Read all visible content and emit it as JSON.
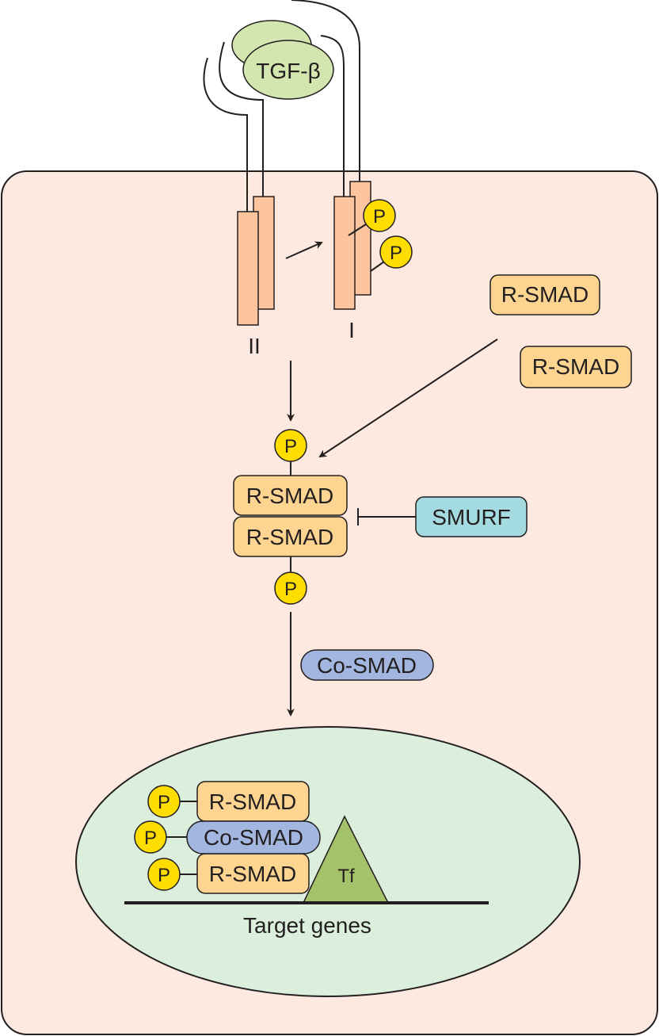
{
  "ligand": {
    "label": "TGF-β"
  },
  "receptors": {
    "type2_label": "II",
    "type1_label": "I"
  },
  "phospho_label": "P",
  "cytoplasm": {
    "free_smads": [
      "R-SMAD",
      "R-SMAD"
    ],
    "complex": [
      "R-SMAD",
      "R-SMAD"
    ],
    "inhibitor": "SMURF",
    "co_smad": "Co-SMAD"
  },
  "nucleus": {
    "complex": [
      "R-SMAD",
      "Co-SMAD",
      "R-SMAD"
    ],
    "transcription_factor": "Tf",
    "dna_label": "Target genes"
  },
  "colors": {
    "cell": "#fde9df",
    "nucleus": "#dcefdc",
    "ligand": "#d3e6b0",
    "receptor": "#fcc59d",
    "r_smad": "#fdd590",
    "co_smad": "#a2b6df",
    "smurf": "#a4dbe1",
    "phosphate": "#ffdd00",
    "tf": "#a3c26a"
  }
}
